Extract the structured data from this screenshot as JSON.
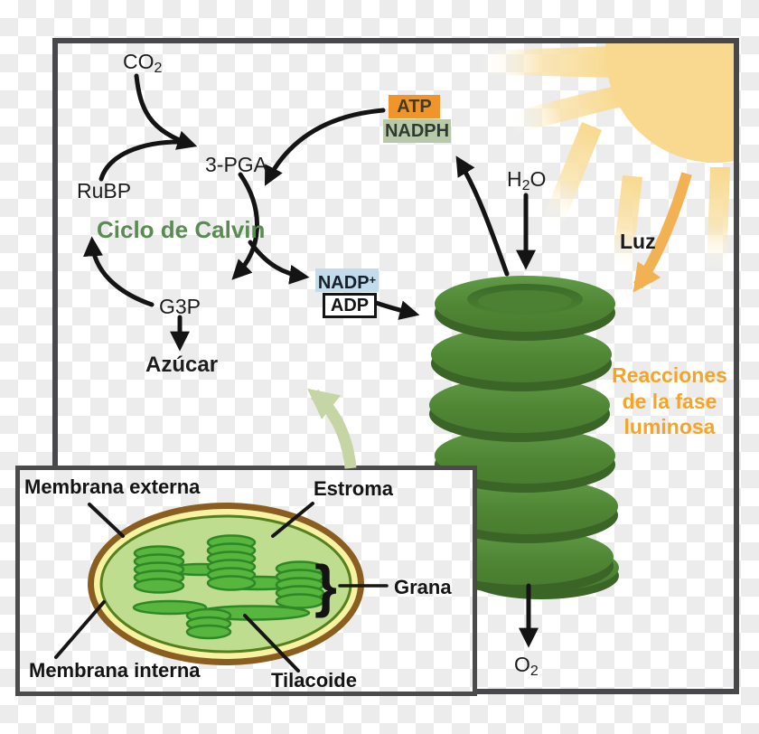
{
  "colors": {
    "accent_orange": "#f5a428",
    "sun_yellow": "#f8d98f",
    "luz_arrow_orange": "#f2b254",
    "cycle_green": "#5a8b52",
    "atp_bg": "#f0952b",
    "nadph_bg": "#b7c9a8",
    "nadp_bg": "#c3dcec",
    "grana_green": "#4f8634",
    "pale_green_arrow": "#c5d5a3",
    "checker_gray": "#ececec",
    "border_gray": "#48484b"
  },
  "cycle": {
    "co2_base": "CO",
    "co2_sub": "2",
    "pga": "3-PGA",
    "rubp": "RuBP",
    "title": "Ciclo de Calvin",
    "g3p": "G3P",
    "sugar": "Azúcar"
  },
  "molecules": {
    "atp": "ATP",
    "nadph": "NADPH",
    "nadp_base": "NADP",
    "nadp_sup": "+",
    "adp": "ADP",
    "h2o_base": "H",
    "h2o_sub": "2",
    "h2o_tail": "O",
    "o2_base": "O",
    "o2_sub": "2"
  },
  "light_reactions": {
    "luz": "Luz",
    "lines": [
      "Reacciones",
      "de la fase",
      "luminosa"
    ]
  },
  "inset": {
    "membrane_outer": "Membrana externa",
    "stroma": "Estroma",
    "grana": "Grana",
    "membrane_inner": "Membrana interna",
    "thylakoid": "Tilacoide",
    "brace": "}"
  }
}
